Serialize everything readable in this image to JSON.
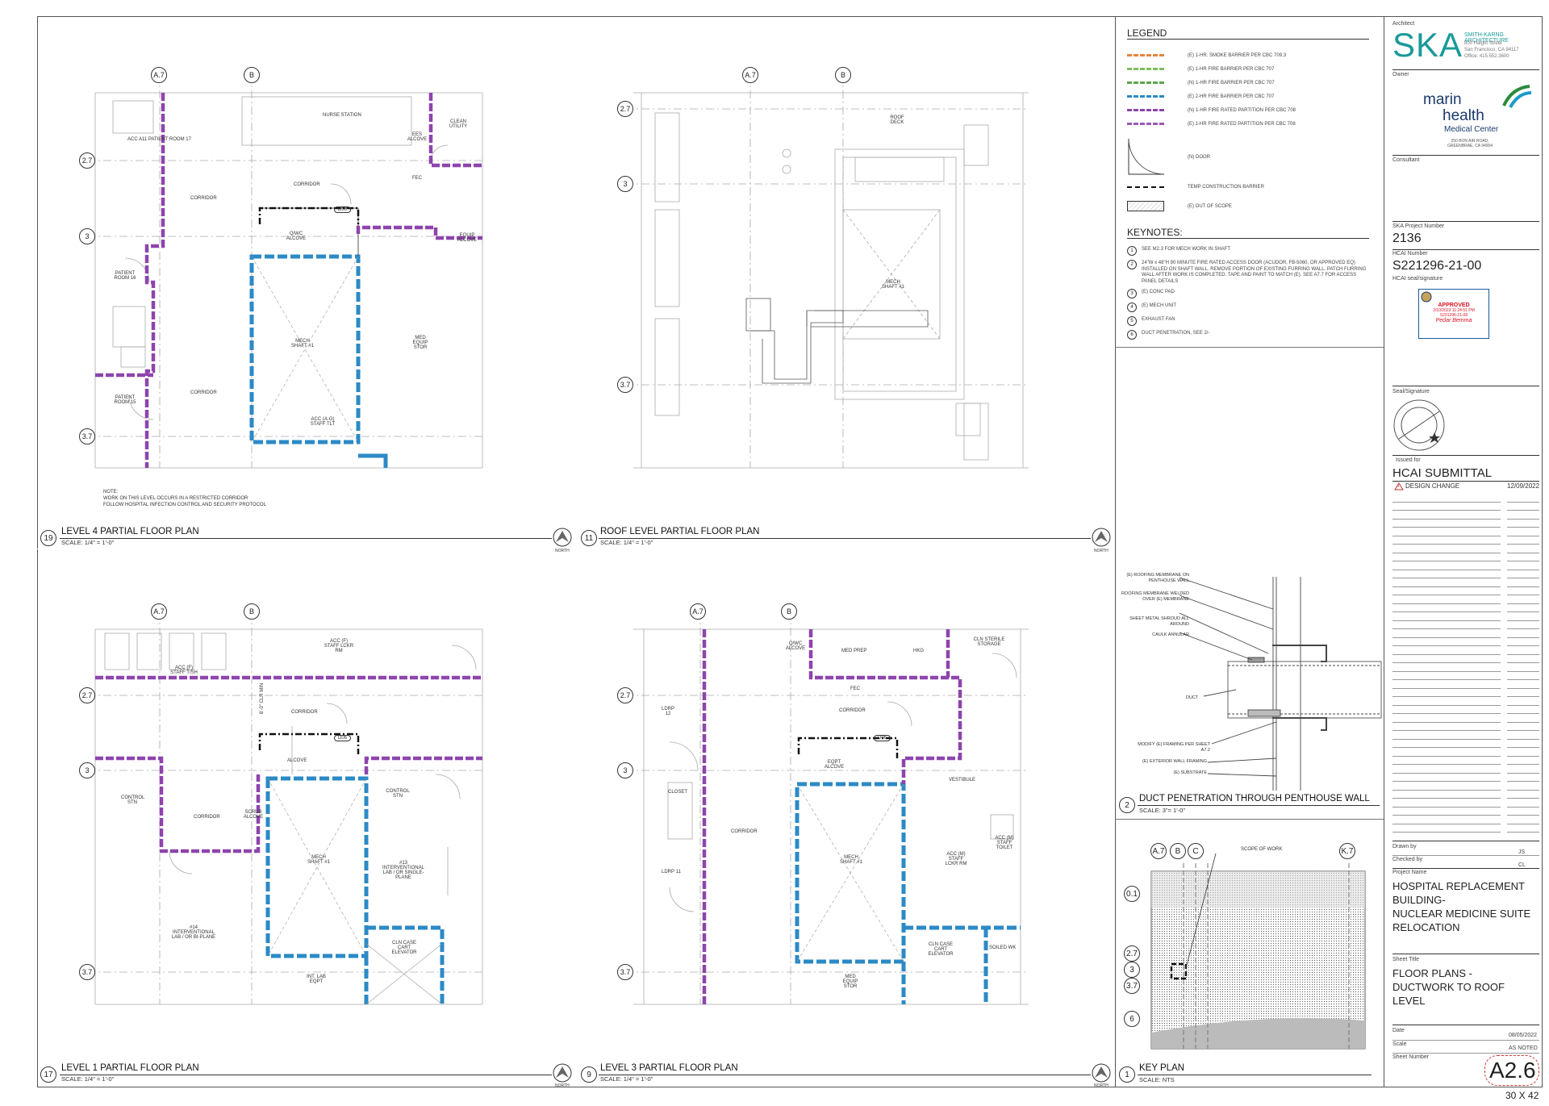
{
  "plans": [
    {
      "id": "level4",
      "number": "19",
      "title": "LEVEL 4 PARTIAL FLOOR PLAN",
      "scale": "SCALE: 1/4\" = 1'-0\"",
      "note_title": "NOTE:",
      "note_line1": "WORK ON THIS LEVEL OCCURS IN A RESTRICTED CORRIDOR",
      "note_line2": "FOLLOW HOSPITAL INFECTION CONTROL AND SECURITY PROTOCOL",
      "rooms": [
        "ACC A11 PATIENT ROOM 17",
        "CORRIDOR",
        "NURSE STATION",
        "CORRIDOR",
        "EES ALCOVE",
        "CLEAN UTILITY",
        "FEC",
        "Q/WC ALCOVE",
        "D06",
        "EQUIP ALCOVE",
        "PATIENT ROOM 16",
        "MECH SHAFT #1",
        "MED EQUIP STOR",
        "PATIENT ROOM 15",
        "CORRIDOR",
        "ACC (A-G) STAFF TLT"
      ]
    },
    {
      "id": "roof",
      "number": "11",
      "title": "ROOF LEVEL PARTIAL FLOOR PLAN",
      "scale": "SCALE: 1/4\" = 1'-0\"",
      "rooms": [
        "ROOF DECK",
        "MECH SHAFT #1"
      ]
    },
    {
      "id": "level1",
      "number": "17",
      "title": "LEVEL 1 PARTIAL FLOOR PLAN",
      "scale": "SCALE: 1/4\" = 1'-0\"",
      "rooms": [
        "ACC (F) STAFF T/SH",
        "ACC (F) STAFF LCKR RM",
        "6'-0\" CLR MIN",
        "CORRIDOR",
        "D06",
        "ALCOVE",
        "CONTROL STN",
        "CORRIDOR",
        "SCRUB ALCOVE",
        "CONTROL STN",
        "MECH SHAFT #1",
        "#13 INTERVENTIONAL LAB / OR SINGLE-PLANE",
        "#14 INTERVENTIONAL LAB / OR BI-PLANE",
        "CLN CASE CART ELEVATOR",
        "INT. LAB EQPT"
      ]
    },
    {
      "id": "level3",
      "number": "9",
      "title": "LEVEL 3 PARTIAL FLOOR PLAN",
      "scale": "SCALE: 1/4\" = 1'-0\"",
      "rooms": [
        "Q/WC ALCOVE",
        "MED PREP",
        "HKG",
        "CLN STERILE STORAGE",
        "FEC",
        "LDRP 12",
        "CORRIDOR",
        "D06",
        "EQPT ALCOVE",
        "VESTIBULE",
        "CLOSET",
        "CORRIDOR",
        "MECH SHAFT #1",
        "ACC (M) STAFF TOILET",
        "ACC (M) STAFF LCKR RM",
        "LDRP 11",
        "CLN CASE CART ELEVATOR",
        "SOILED WK",
        "MED EQUIP STOR"
      ]
    }
  ],
  "grid": {
    "cols": [
      "A.7",
      "B"
    ],
    "rows": [
      "2.7",
      "3",
      "3.7"
    ]
  },
  "north_label": "NORTH",
  "legend": {
    "title": "LEGEND",
    "items": [
      {
        "text": "(E) 1-HR. SMOKE BARRIER PER CBC 709.3",
        "color": "#e8843c"
      },
      {
        "text": "(E) 1-HR FIRE BARRIER PER CBC 707",
        "color": "#7cc05a"
      },
      {
        "text": "(N) 1-HR FIRE BARRIER PER CBC 707",
        "color": "#5aa84a"
      },
      {
        "text": "(E) 2-HR FIRE BARRIER PER CBC 707",
        "color": "#2b8ac6"
      },
      {
        "text": "(N) 1-HR FIRE RATED PARTITION PER CBC 708",
        "color": "#8e44ad"
      },
      {
        "text": "(E) 1-HR FIRE RATED PARTITION PER CBC 708",
        "color": "#9b59b6"
      }
    ],
    "door": "(N) DOOR",
    "temp": "TEMP CONSTRUCTION BARRIER",
    "scope": "(E) OUT OF SCOPE"
  },
  "keynotes": {
    "title": "KEYNOTES:",
    "items": [
      {
        "n": "1",
        "text": "SEE M2.3 FOR MECH WORK IN SHAFT"
      },
      {
        "n": "2",
        "text": "24\"W x 48\"H 90 MINUTE FIRE RATED ACCESS DOOR (ACUDOR, FB-5060, OR APPROVED EQ) INSTALLED ON SHAFT WALL. REMOVE PORTION OF EXISTING FURRING WALL. PATCH FURRING WALL AFTER WORK IS COMPLETED. TAPE AND PAINT TO MATCH (E). SEE A7.7 FOR ACCESS PANEL DETAILS"
      },
      {
        "n": "3",
        "text": "(E) CONC PAD"
      },
      {
        "n": "4",
        "text": "(E) MECH UNIT"
      },
      {
        "n": "5",
        "text": "EXHAUST FAN"
      },
      {
        "n": "6",
        "text": "DUCT PENETRATION, SEE 2/-"
      }
    ]
  },
  "detail": {
    "number": "2",
    "title": "DUCT PENETRATION THROUGH PENTHOUSE WALL",
    "scale": "SCALE: 3\"= 1'-0\"",
    "labels": [
      "(E) ROOFING MEMBRANE ON PENTHOUSE WALL",
      "ROOFING MEMBRANE WELDED OVER (E) MEMBRANE",
      "SHEET METAL SHROUD ALL AROUND",
      "CAULK ANNULAR",
      "DUCT",
      "MODIFY (E) FRAMING PER SHEET A7.2",
      "(E) EXTERIOR WALL FRAMING",
      "(E) SUBSTRATE"
    ]
  },
  "keyplan": {
    "number": "1",
    "title": "KEY PLAN",
    "scale": "SCALE: NTS",
    "scope": "SCOPE OF WORK",
    "cols": [
      "A.7",
      "B",
      "C",
      "K.7"
    ],
    "rows": [
      "0.1",
      "2.7",
      "3",
      "3.7",
      "6"
    ]
  },
  "titleblock": {
    "architect_label": "Architect",
    "firm_logo": "SKA",
    "firm_name": "SMITH-KARNG ARCHITECTURE",
    "firm_addr1": "800 Haight Street",
    "firm_addr2": "San Francisco, CA 94117",
    "firm_office": "Office:     415.552.3600",
    "owner_label": "Owner",
    "owner_name1": "marin",
    "owner_name2": "health",
    "owner_name3": "Medical Center",
    "owner_addr1": "250 BON AIR ROAD,",
    "owner_addr2": "GREENBRAE, CA 94904",
    "consultant_label": "Consultant",
    "project_number_label": "SKA Project Number",
    "project_number": "2136",
    "hcai_label": "HCAI Number",
    "hcai_number": "S221296-21-00",
    "hcai_seal_label": "HCAI seal/signature",
    "stamp_approved": "APPROVED",
    "stamp_date": "2/10/2023 11:24:51 PM",
    "stamp_num": "S221296-21-00",
    "stamp_name": "Pedar Bemma",
    "seal_label": "Seal/Signature",
    "issued_label": "Issued for",
    "issued": "HCAI SUBMITTAL",
    "revision": "DESIGN CHANGE",
    "revision_num": "1",
    "revision_date": "12/09/2022",
    "drawn_label": "Drawn by",
    "drawn": "JS",
    "checked_label": "Checked by",
    "checked": "CL",
    "project_name_label": "Project Name",
    "project_name": [
      "HOSPITAL REPLACEMENT",
      "BUILDING-",
      "NUCLEAR MEDICINE SUITE",
      "RELOCATION"
    ],
    "sheet_title_label": "Sheet Title",
    "sheet_title": [
      "FLOOR PLANS -",
      "DUCTWORK TO ROOF",
      "LEVEL"
    ],
    "date_label": "Date",
    "date": "08/05/2022",
    "scale_label": "Scale",
    "scale": "AS NOTED",
    "sheet_number_label": "Sheet Number",
    "sheet_number": "A2.6",
    "size": "30 X 42"
  }
}
